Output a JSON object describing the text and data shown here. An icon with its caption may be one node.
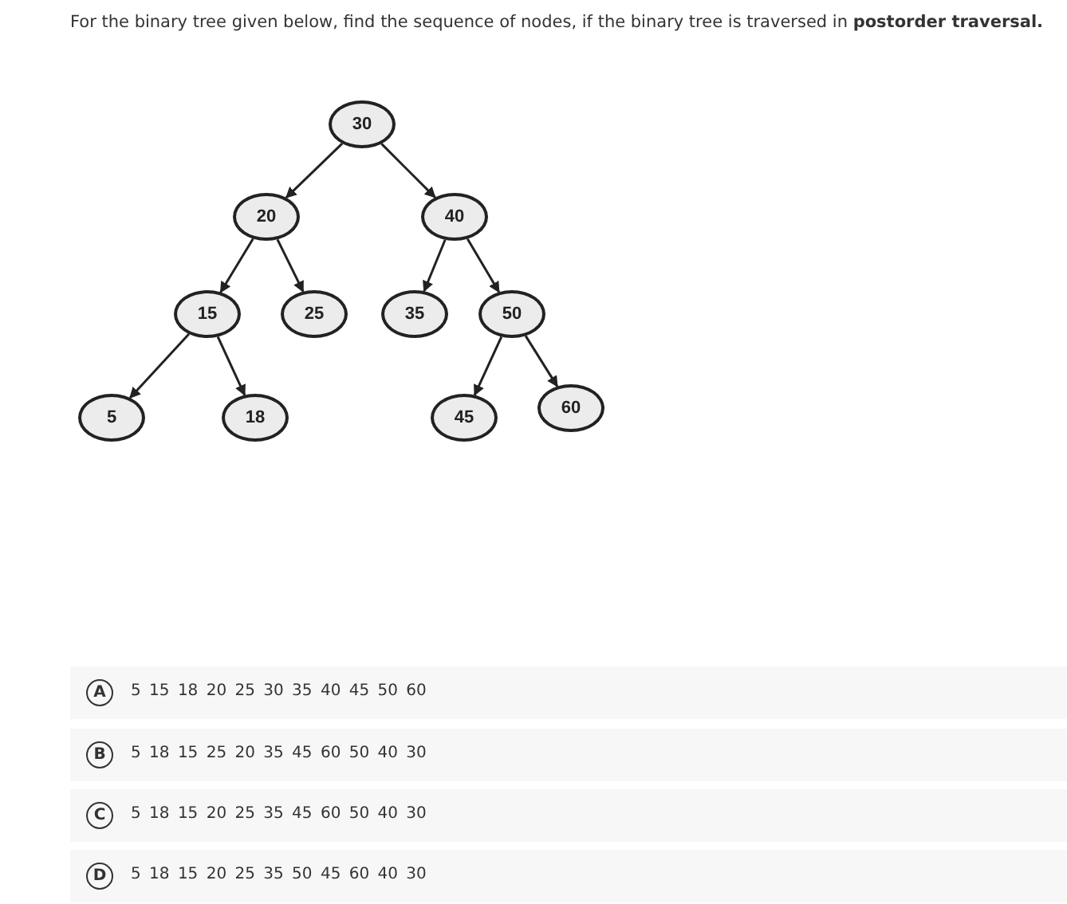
{
  "diagram": {
    "title": "For the binary tree given below, find the sequence of nodes, if the binary tree is traversed in **postorder traversal.**",
    "nodes": [
      {
        "text": [
          "30"
        ]
      },
      {
        "text": [
          "20"
        ]
      },
      {
        "text": [
          "40"
        ]
      },
      {
        "text": [
          "15"
        ]
      },
      {
        "text": [
          "25"
        ]
      },
      {
        "text": [
          "35"
        ]
      },
      {
        "text": [
          "50"
        ]
      },
      {
        "text": [
          "5"
        ]
      },
      {
        "text": [
          "18"
        ]
      },
      {
        "text": [
          "45"
        ]
      },
      {
        "text": [
          "60"
        ]
      },
      {
        "text": [
          "A",
          "5 15 18 20 25 30 35 40 45 50 60"
        ]
      },
      {
        "text": [
          "B",
          "5 18 15 25 20 35 45 60 50 40 30"
        ]
      },
      {
        "text": [
          "C",
          "5 18 15 20 25 35 45 60 50 40 30"
        ]
      },
      {
        "text": [
          "D",
          "5 18 15 20 25 35 50 45 60 40 30"
        ]
      }
    ],
    "edges": [
      {
        "from": 0,
        "to": 1,
        "arrow": "to"
      },
      {
        "from": 0,
        "to": 2,
        "arrow": "to"
      },
      {
        "from": 1,
        "to": 3,
        "arrow": "to"
      },
      {
        "from": 1,
        "to": 4,
        "arrow": "to"
      },
      {
        "from": 2,
        "to": 5,
        "arrow": "to"
      },
      {
        "from": 2,
        "to": 6,
        "arrow": "to"
      },
      {
        "from": 3,
        "to": 7,
        "arrow": "to"
      },
      {
        "from": 3,
        "to": 8,
        "arrow": "to"
      },
      {
        "from": 6,
        "to": 9,
        "arrow": "to"
      },
      {
        "from": 6,
        "to": 10,
        "arrow": "to"
      }
    ]
  }
}
